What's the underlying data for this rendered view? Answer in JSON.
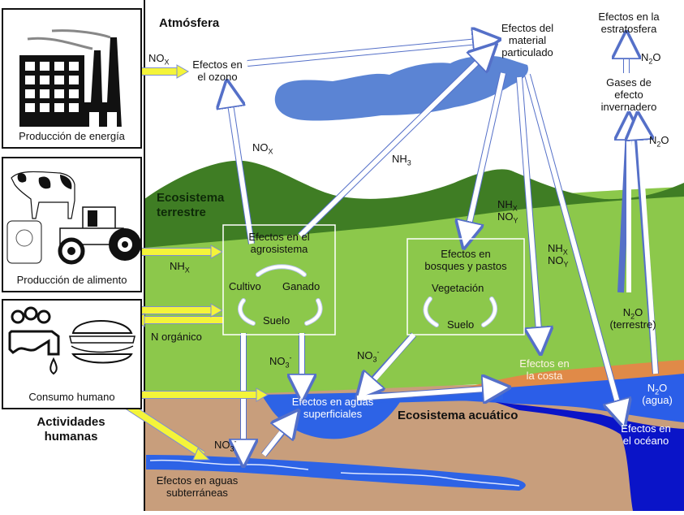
{
  "colors": {
    "sky": "#ffffff",
    "cloud": "#5b84d4",
    "dark_green": "#3f7d24",
    "light_green": "#8cc84b",
    "soil": "#c89e7c",
    "surface_water": "#2d63e6",
    "ocean_shelf": "#2b5ee8",
    "ocean_deep": "#0a14c8",
    "coast": "#e08a48",
    "yellow_arrow": "#f4f43a",
    "white_arrow_outline": "#5570c8"
  },
  "sidebar": {
    "title_line1": "Actividades",
    "title_line2": "humanas",
    "panels": [
      {
        "icon": "factory-icon",
        "caption": "Producción de energía"
      },
      {
        "icon": "farm-icon",
        "caption": "Producción de alimento"
      },
      {
        "icon": "consumption-icon",
        "caption": "Consumo humano"
      }
    ]
  },
  "zones": {
    "atmosphere": "Atmósfera",
    "terrestrial_line1": "Ecosistema",
    "terrestrial_line2": "terrestre",
    "aquatic": "Ecosistema acuático"
  },
  "nodes": {
    "ozone": [
      "Efectos en",
      "el ozono"
    ],
    "particulate": [
      "Efectos del",
      "material",
      "particulado"
    ],
    "stratosphere": [
      "Efectos en la",
      "estratosfera"
    ],
    "greenhouse": [
      "Gases de",
      "efecto",
      "invernadero"
    ],
    "agro": {
      "title": [
        "Efectos en el",
        "agrosistema"
      ],
      "cycle": [
        "Cultivo",
        "Ganado",
        "Suelo"
      ]
    },
    "forest": {
      "title": [
        "Efectos en",
        "bosques y pastos"
      ],
      "cycle": [
        "Vegetación",
        "Suelo"
      ]
    },
    "surface_water": [
      "Efectos en aguas",
      "superficiales"
    ],
    "groundwater": [
      "Efectos en aguas",
      "subterráneas"
    ],
    "coast": [
      "Efectos en",
      "la costa"
    ],
    "ocean": [
      "Efectos en",
      "el océano"
    ],
    "n2o_terrestrial": [
      "N2O",
      "(terrestre)"
    ],
    "n2o_water": [
      "N2O",
      "(agua)"
    ]
  },
  "flows": {
    "nox_energy": {
      "base": "NO",
      "sub": "X"
    },
    "nox_up": {
      "base": "NO",
      "sub": "X"
    },
    "nh3": {
      "base": "NH",
      "sub": "3"
    },
    "nhx_food": {
      "base": "NH",
      "sub": "X"
    },
    "n_organic": "N orgánico",
    "nhx_noy_1": {
      "a_base": "NH",
      "a_sub": "X",
      "b_base": "NO",
      "b_sub": "Y"
    },
    "nhx_noy_2": {
      "a_base": "NH",
      "a_sub": "X",
      "b_base": "NO",
      "b_sub": "Y"
    },
    "n2o_strat": {
      "base": "N",
      "sub": "2",
      "tail": "O"
    },
    "n2o_ghg": {
      "base": "N",
      "sub": "2",
      "tail": "O"
    },
    "no3_agro": {
      "base": "NO",
      "sub": "3",
      "sup": "-"
    },
    "no3_forest": {
      "base": "NO",
      "sub": "3",
      "sup": "-"
    },
    "no3_ground": {
      "base": "NO",
      "sub": "3",
      "sup": "-"
    }
  }
}
